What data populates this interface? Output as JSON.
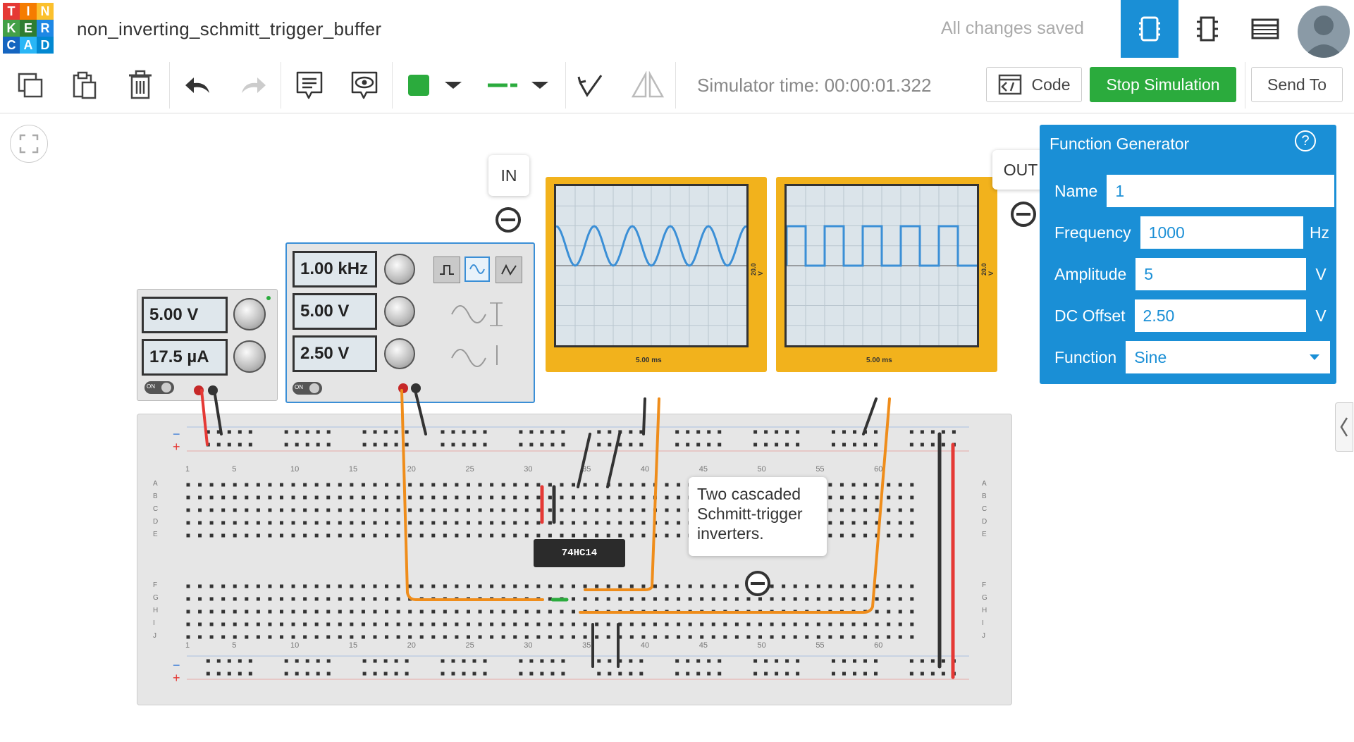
{
  "app": {
    "logo_letters": [
      "T",
      "I",
      "N",
      "K",
      "E",
      "R",
      "C",
      "A",
      "D"
    ],
    "doc_title": "non_inverting_schmitt_trigger_buffer",
    "save_status": "All changes saved"
  },
  "toolbar": {
    "simulator_time": "Simulator time: 00:00:01.322",
    "code_label": "Code",
    "stop_label": "Stop Simulation",
    "send_label": "Send To",
    "color_swatch": "#2bab3d"
  },
  "power_supply": {
    "voltage": "5.00 V",
    "current": "17.5 µA",
    "on_label": "ON"
  },
  "function_gen_device": {
    "frequency": "1.00 kHz",
    "amplitude": "5.00 V",
    "offset": "2.50 V",
    "on_label": "ON"
  },
  "scopes": {
    "in_label": "IN",
    "out_label": "OUT",
    "in_side": "20.0 V",
    "in_time": "5.00 ms",
    "out_side": "20.0 V",
    "out_time": "5.00 ms"
  },
  "chip_label": "74HC14",
  "annotation": "Two cascaded Schmitt-trigger inverters.",
  "breadboard": {
    "col_numbers": [
      "1",
      "5",
      "10",
      "15",
      "20",
      "25",
      "30",
      "35",
      "40",
      "45",
      "50",
      "55",
      "60"
    ],
    "row_letters_top": [
      "A",
      "B",
      "C",
      "D",
      "E"
    ],
    "row_letters_bottom": [
      "F",
      "G",
      "H",
      "I",
      "J"
    ],
    "minus": "−",
    "plus": "+"
  },
  "panel": {
    "title": "Function Generator",
    "help": "?",
    "name_label": "Name",
    "name_value": "1",
    "freq_label": "Frequency",
    "freq_value": "1000",
    "freq_unit": "Hz",
    "amp_label": "Amplitude",
    "amp_value": "5",
    "amp_unit": "V",
    "offset_label": "DC Offset",
    "offset_value": "2.50",
    "offset_unit": "V",
    "func_label": "Function",
    "func_value": "Sine"
  }
}
